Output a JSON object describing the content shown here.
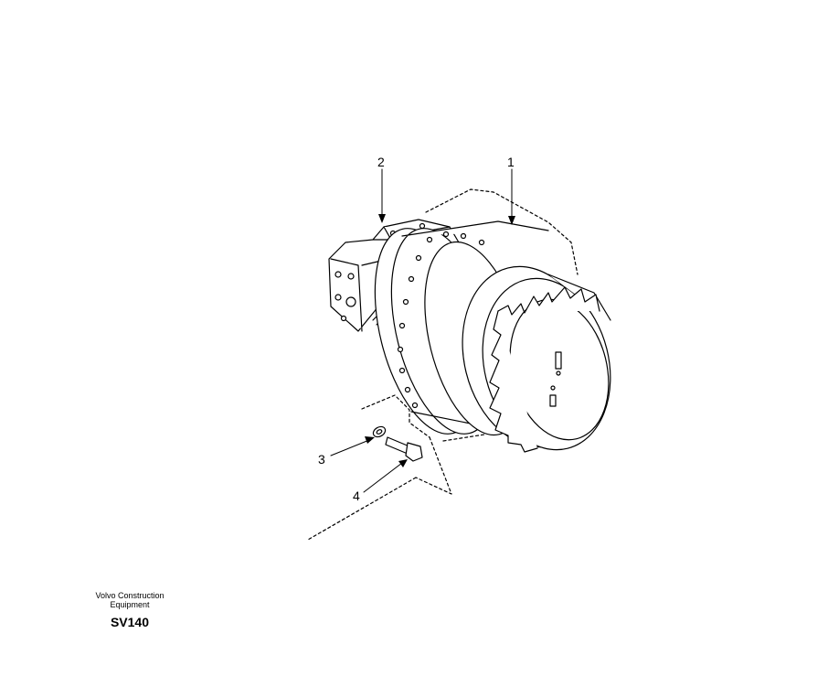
{
  "callouts": [
    {
      "id": "1",
      "label": "1"
    },
    {
      "id": "2",
      "label": "2"
    },
    {
      "id": "3",
      "label": "3"
    },
    {
      "id": "4",
      "label": "4"
    }
  ],
  "footer": {
    "company_line1": "Volvo Construction",
    "company_line2": "Equipment",
    "model": "SV140"
  },
  "colors": {
    "ink": "#000000",
    "background": "#ffffff"
  }
}
